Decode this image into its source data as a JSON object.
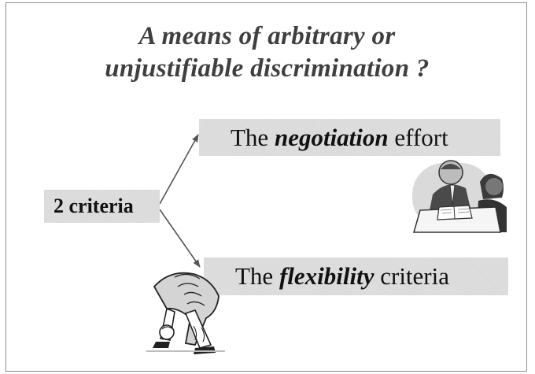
{
  "slide": {
    "title_line1": "A means of arbitrary or",
    "title_line2": "unjustifiable discrimination ?"
  },
  "diagram": {
    "root_label": "2 criteria",
    "branch_top": {
      "prefix": "The ",
      "emphasis": "negotiation",
      "suffix": " effort",
      "illustration": "negotiation-meeting-clipart"
    },
    "branch_bottom": {
      "prefix": "The ",
      "emphasis": "flexibility",
      "suffix": " criteria",
      "illustration": "bending-man-clipart"
    },
    "colors": {
      "box_fill": "#dedede",
      "title_text": "#3f3f3f",
      "arrow": "#555555"
    }
  }
}
